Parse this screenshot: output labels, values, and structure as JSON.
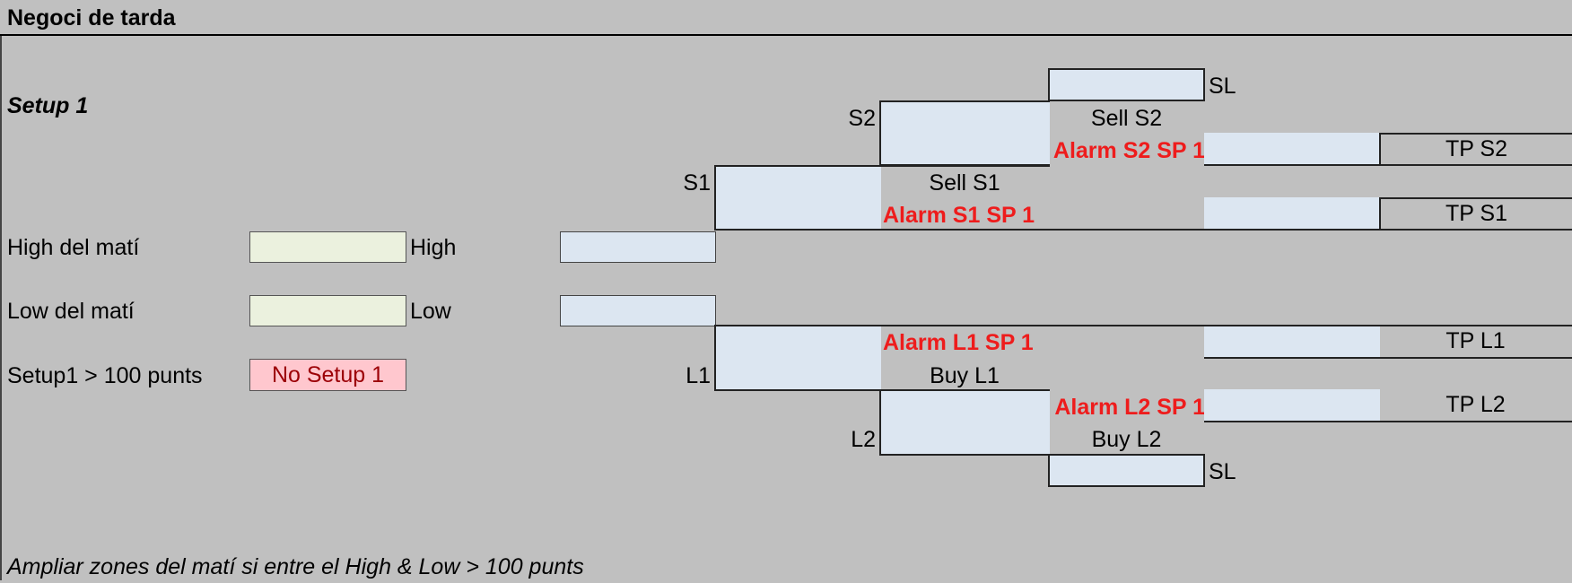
{
  "sheet": {
    "title": "Negoci de tarda",
    "setup_label": "Setup 1",
    "high_label": "High del matí",
    "high_tag": "High",
    "low_label": "Low del matí",
    "low_tag": "Low",
    "setup_cond_label": "Setup1 > 100 punts",
    "setup_status": "No Setup 1",
    "note": "Ampliar zones del matí si entre el High & Low > 100 punts"
  },
  "levels": {
    "sl_top": "SL",
    "s2": "S2",
    "sell_s2": "Sell S2",
    "alarm_s2": "Alarm S2 SP 1",
    "tp_s2": "TP S2",
    "s1": "S1",
    "sell_s1": "Sell S1",
    "alarm_s1": "Alarm S1 SP 1",
    "tp_s1": "TP S1",
    "alarm_l1": "Alarm L1 SP 1",
    "tp_l1": "TP L1",
    "l1": "L1",
    "buy_l1": "Buy L1",
    "alarm_l2": "Alarm L2 SP 1",
    "tp_l2": "TP L2",
    "l2": "L2",
    "buy_l2": "Buy L2",
    "sl_bottom": "SL"
  },
  "colors": {
    "background": "#c0c0c0",
    "input_cell": "#ebf1de",
    "value_cell": "#dce6f1",
    "status_bad_fill": "#ffc7ce",
    "status_bad_text": "#9c0006",
    "alarm_text": "#ee1c1c"
  }
}
